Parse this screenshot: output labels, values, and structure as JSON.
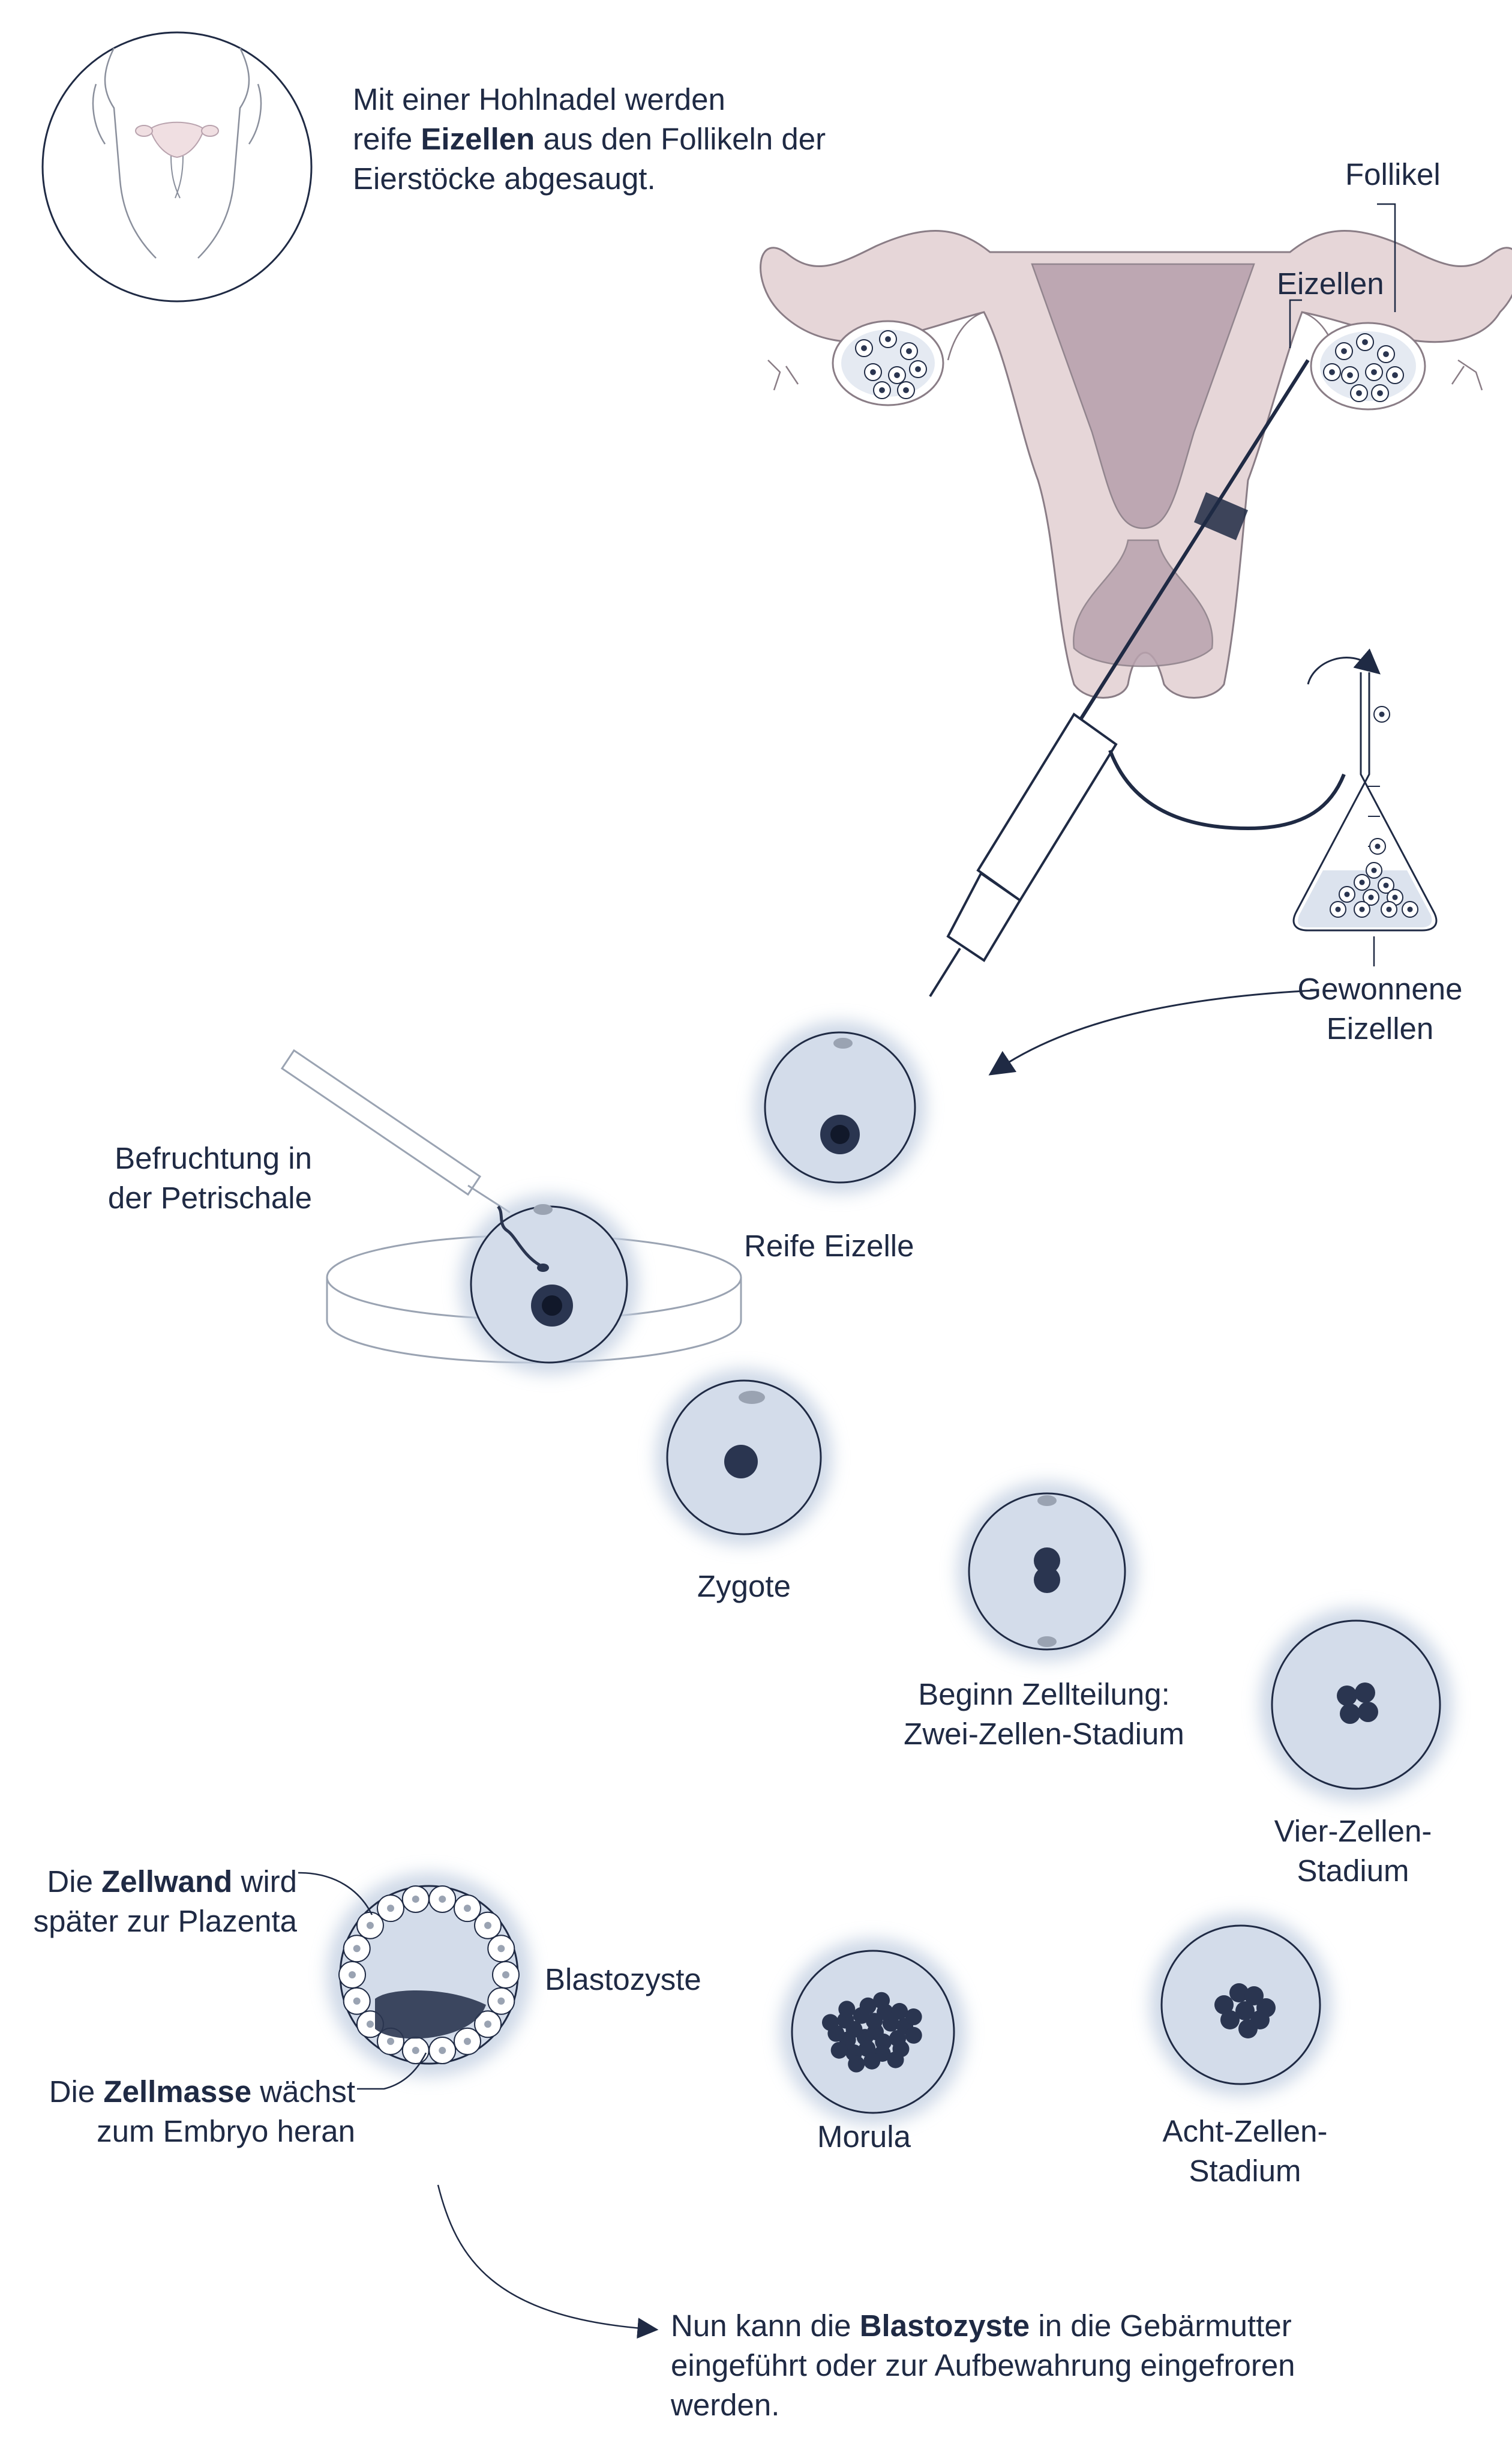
{
  "colors": {
    "ink": "#1f2a44",
    "uterus_fill": "#e6d6d8",
    "uterus_inner": "#b9a3ae",
    "cell_fill": "#d3dcea",
    "cell_halo": "#c6d2e3",
    "nucleus": "#2a3550"
  },
  "icons": [
    "body-silhouette-icon",
    "uterus-illustration",
    "hollow-needle-icon",
    "erlenmeyer-flask-icon",
    "petri-dish-icon",
    "pipette-icon",
    "arrow-icon"
  ],
  "intro": {
    "line1": "Mit einer Hohlnadel werden",
    "line2_pre": "reife ",
    "line2_bold": "Eizellen",
    "line2_post": " aus den Follikeln der",
    "line3": "Eierstöcke abgesaugt."
  },
  "labels": {
    "follikel": "Follikel",
    "eizellen": "Eizellen",
    "gewonnene": "Gewonnene\nEizellen",
    "befruchtung": "Befruchtung in\nder Petrischale",
    "reife_eizelle": "Reife Eizelle",
    "zygote": "Zygote",
    "zwei_zellen": "Beginn Zellteilung:\nZwei-Zellen-Stadium",
    "vier_zellen": "Vier-Zellen-\nStadium",
    "acht_zellen": "Acht-Zellen-\nStadium",
    "morula": "Morula",
    "blastozyste": "Blastozyste"
  },
  "zellwand": {
    "pre": "Die ",
    "bold": "Zellwand",
    "post": " wird",
    "line2": "später zur Plazenta"
  },
  "zellmasse": {
    "pre": "Die ",
    "bold": "Zellmasse",
    "post": " wächst",
    "line2": "zum Embryo heran"
  },
  "final": {
    "pre": "Nun kann die ",
    "bold": "Blastozyste",
    "post": " in die Gebärmutter",
    "line2": "eingeführt oder zur Aufbewahrung eingefroren",
    "line3": "werden."
  }
}
